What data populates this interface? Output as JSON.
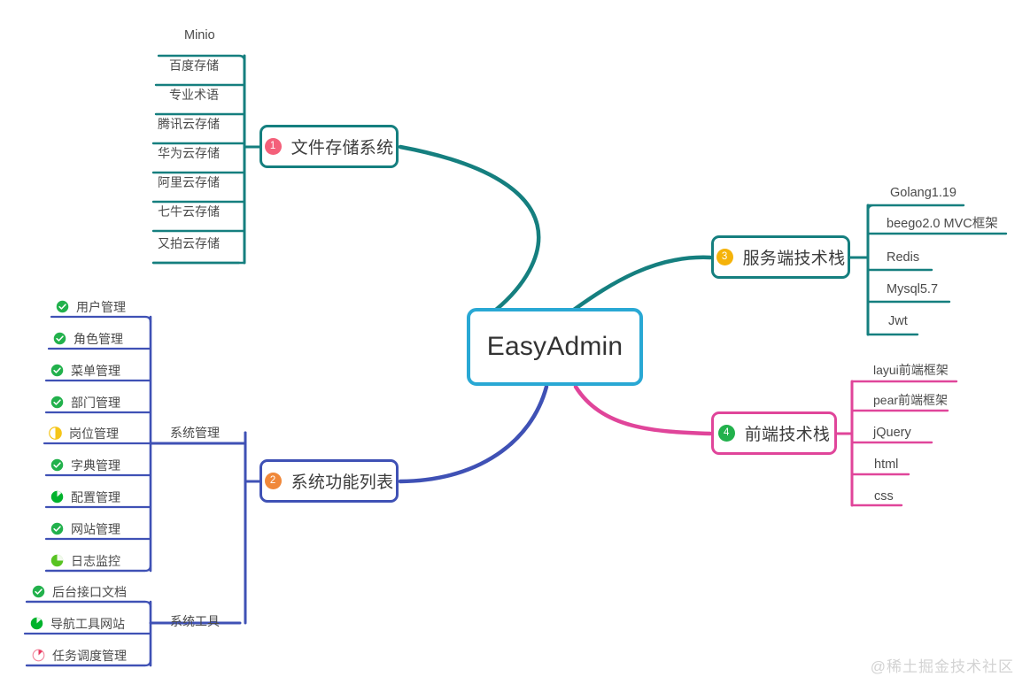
{
  "center": {
    "label": "EasyAdmin",
    "color": "#29a8d4"
  },
  "branches": [
    {
      "id": 1,
      "badge": "1",
      "badge_color": "#f4607a",
      "label": "文件存储系统",
      "color": "#157f7f",
      "leaves": [
        {
          "label": "Minio"
        },
        {
          "label": "百度存储"
        },
        {
          "label": "专业术语"
        },
        {
          "label": "腾讯云存储"
        },
        {
          "label": "华为云存储"
        },
        {
          "label": "阿里云存储"
        },
        {
          "label": "七牛云存储"
        },
        {
          "label": "又拍云存储"
        }
      ]
    },
    {
      "id": 2,
      "badge": "2",
      "badge_color": "#f0883a",
      "label": "系统功能列表",
      "color": "#3f51b5",
      "groups": [
        {
          "label": "系统管理",
          "items": [
            {
              "label": "用户管理",
              "icon": "check-circle-icon",
              "status": "done"
            },
            {
              "label": "角色管理",
              "icon": "check-circle-icon",
              "status": "done"
            },
            {
              "label": "菜单管理",
              "icon": "check-circle-icon",
              "status": "done"
            },
            {
              "label": "部门管理",
              "icon": "check-circle-icon",
              "status": "done"
            },
            {
              "label": "岗位管理",
              "icon": "half-circle-icon",
              "status": "half"
            },
            {
              "label": "字典管理",
              "icon": "check-circle-icon",
              "status": "done"
            },
            {
              "label": "配置管理",
              "icon": "pie-progress-icon",
              "status": "pie-dark"
            },
            {
              "label": "网站管理",
              "icon": "check-circle-icon",
              "status": "done"
            },
            {
              "label": "日志监控",
              "icon": "pie-progress-icon",
              "status": "pie-light"
            }
          ]
        },
        {
          "label": "系统工具",
          "items": [
            {
              "label": "后台接口文档",
              "icon": "check-circle-icon",
              "status": "done"
            },
            {
              "label": "导航工具网站",
              "icon": "pie-progress-icon",
              "status": "pie-dark"
            },
            {
              "label": "任务调度管理",
              "icon": "pie-outline-icon",
              "status": "pending"
            }
          ]
        }
      ]
    },
    {
      "id": 3,
      "badge": "3",
      "badge_color": "#f5b30a",
      "label": "服务端技术栈",
      "color": "#157f7f",
      "leaves": [
        {
          "label": "Golang1.19"
        },
        {
          "label": "beego2.0 MVC框架"
        },
        {
          "label": "Redis"
        },
        {
          "label": "Mysql5.7"
        },
        {
          "label": "Jwt"
        }
      ]
    },
    {
      "id": 4,
      "badge": "4",
      "badge_color": "#22b14c",
      "label": "前端技术栈",
      "color": "#e0459a",
      "leaves": [
        {
          "label": "layui前端框架"
        },
        {
          "label": "pear前端框架"
        },
        {
          "label": "jQuery"
        },
        {
          "label": "html"
        },
        {
          "label": "css"
        }
      ]
    }
  ],
  "watermark": "@稀土掘金技术社区",
  "palette": {
    "teal": "#157f7f",
    "blue": "#3f51b5",
    "pink": "#e0459a",
    "cyan": "#29a8d4",
    "green": "#22b14c",
    "yellow": "#f5c518",
    "text": "#4a4a4a"
  }
}
